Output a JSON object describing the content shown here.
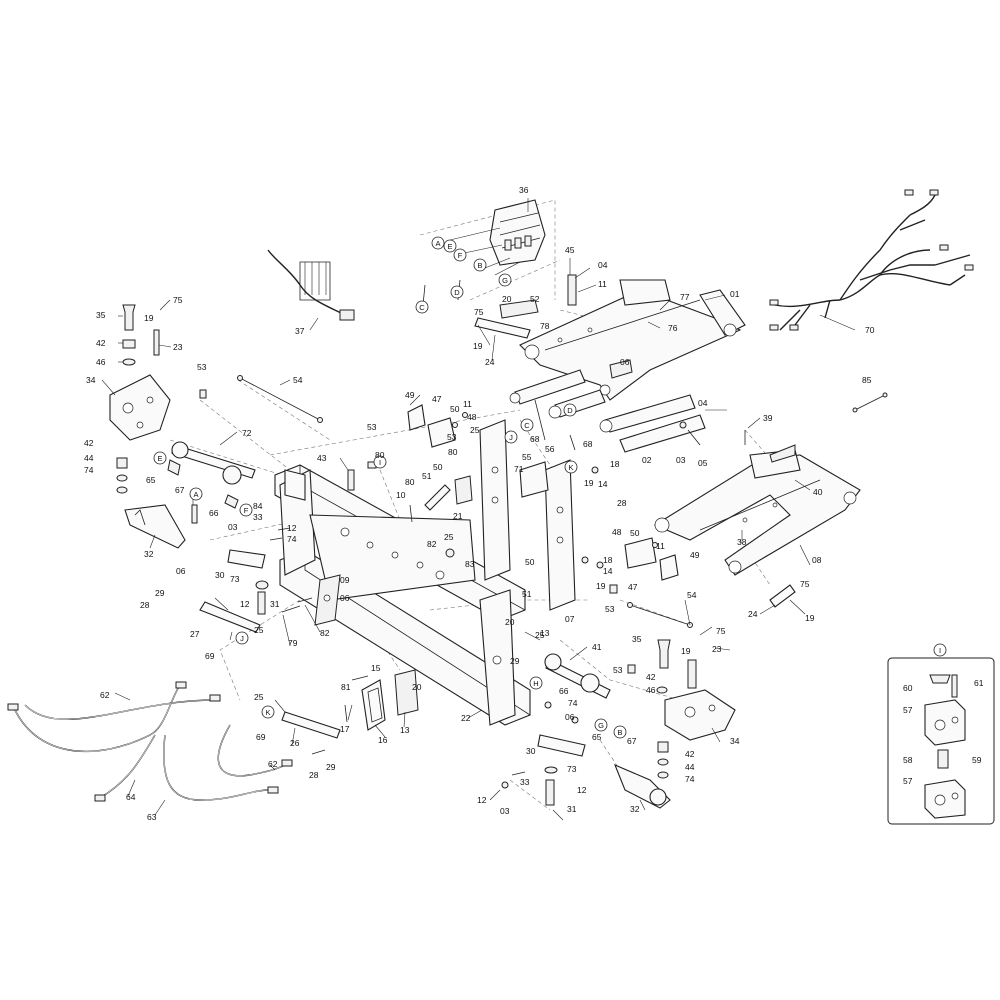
{
  "part_labels": [
    "01",
    "02",
    "03",
    "04",
    "05",
    "06",
    "07",
    "08",
    "09",
    "10",
    "11",
    "12",
    "13",
    "14",
    "15",
    "16",
    "17",
    "18",
    "19",
    "20",
    "21",
    "22",
    "23",
    "24",
    "25",
    "26",
    "27",
    "28",
    "29",
    "30",
    "31",
    "32",
    "33",
    "34",
    "35",
    "36",
    "37",
    "38",
    "39",
    "40",
    "41",
    "42",
    "43",
    "44",
    "45",
    "46",
    "47",
    "48",
    "49",
    "50",
    "51",
    "52",
    "53",
    "54",
    "55",
    "56",
    "57",
    "58",
    "59",
    "60",
    "61",
    "62",
    "63",
    "64",
    "65",
    "66",
    "67",
    "68",
    "69",
    "70",
    "71",
    "72",
    "73",
    "74",
    "75",
    "76",
    "77",
    "78",
    "79",
    "80",
    "81",
    "82",
    "83",
    "84",
    "85"
  ],
  "callout_letters": [
    "A",
    "B",
    "C",
    "D",
    "E",
    "F",
    "G",
    "I",
    "J",
    "K"
  ],
  "inset": {
    "callout_letter": "I",
    "labels": [
      "60",
      "61",
      "57",
      "58",
      "59",
      "57"
    ]
  }
}
